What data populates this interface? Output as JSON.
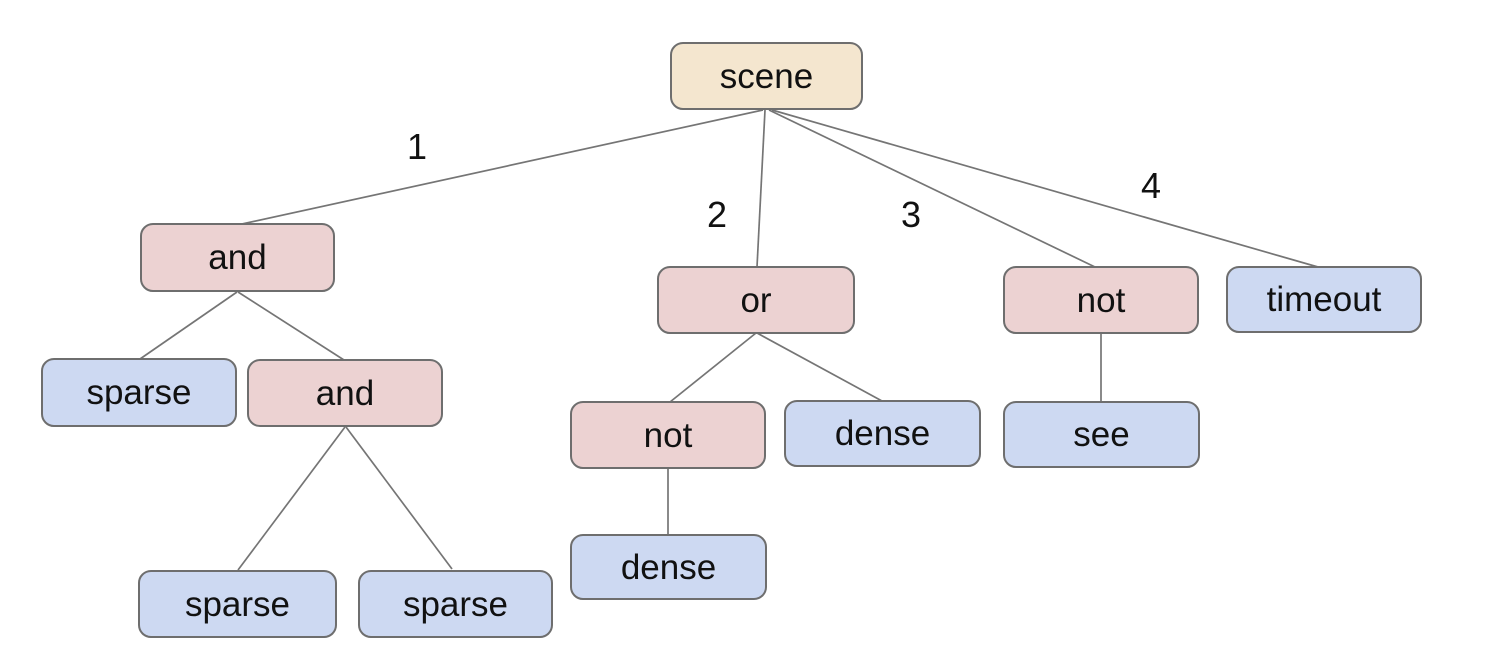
{
  "palette": {
    "background": "#ffffff",
    "root_fill": "#f4e6cf",
    "operator_fill": "#ecd2d2",
    "leaf_fill": "#cdd9f2",
    "node_border": "#6e6e6e",
    "edge_line": "#757575",
    "text": "#111111"
  },
  "nodes": {
    "scene": {
      "label": "scene",
      "kind": "root"
    },
    "and1": {
      "label": "and",
      "kind": "operator"
    },
    "or1": {
      "label": "or",
      "kind": "operator"
    },
    "not1": {
      "label": "not",
      "kind": "operator"
    },
    "timeout1": {
      "label": "timeout",
      "kind": "leaf"
    },
    "sparse1": {
      "label": "sparse",
      "kind": "leaf"
    },
    "and2": {
      "label": "and",
      "kind": "operator"
    },
    "not2": {
      "label": "not",
      "kind": "operator"
    },
    "dense1": {
      "label": "dense",
      "kind": "leaf"
    },
    "see1": {
      "label": "see",
      "kind": "leaf"
    },
    "sparse2": {
      "label": "sparse",
      "kind": "leaf"
    },
    "sparse3": {
      "label": "sparse",
      "kind": "leaf"
    },
    "dense2": {
      "label": "dense",
      "kind": "leaf"
    }
  },
  "edge_labels": [
    {
      "text": "1"
    },
    {
      "text": "2"
    },
    {
      "text": "3"
    },
    {
      "text": "4"
    }
  ],
  "structure": {
    "label": "scene",
    "children": [
      {
        "branch": "1",
        "label": "and",
        "children": [
          {
            "label": "sparse"
          },
          {
            "label": "and",
            "children": [
              {
                "label": "sparse"
              },
              {
                "label": "sparse"
              }
            ]
          }
        ]
      },
      {
        "branch": "2",
        "label": "or",
        "children": [
          {
            "label": "not",
            "children": [
              {
                "label": "dense"
              }
            ]
          },
          {
            "label": "dense"
          }
        ]
      },
      {
        "branch": "3",
        "label": "not",
        "children": [
          {
            "label": "see"
          }
        ]
      },
      {
        "branch": "4",
        "label": "timeout"
      }
    ]
  }
}
